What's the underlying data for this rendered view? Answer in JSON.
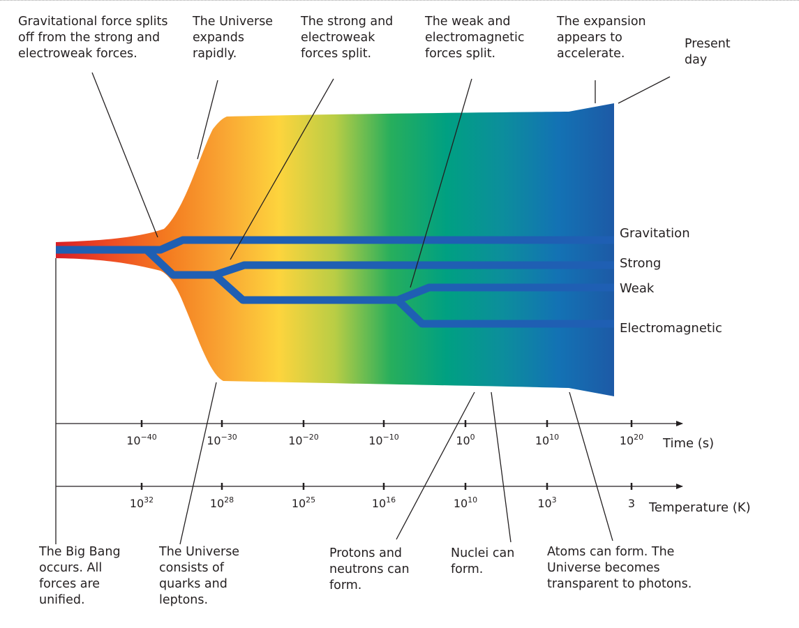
{
  "colors": {
    "ribbon_stops": [
      "#d71f26",
      "#ee4d24",
      "#f47b20",
      "#f9a533",
      "#fdd43d",
      "#b9cd45",
      "#27ae5c",
      "#00a082",
      "#0c8e9c",
      "#1372b4",
      "#1d5aa6"
    ],
    "force_line": "#1f5fb3",
    "text": "#231f20"
  },
  "annotations": {
    "grav_split": "Gravitational force splits\noff from the strong and\nelectroweak forces.",
    "expands": "The Universe\nexpands\nrapidly.",
    "strong_split": "The strong and\nelectroweak\nforces split.",
    "weak_split": "The weak and\nelectromagnetic\nforces split.",
    "accelerate": "The expansion\nappears to\naccelerate.",
    "present": "Present\nday",
    "big_bang": "The Big Bang\noccurs. All\nforces  are\nunified.",
    "quarks": "The Universe\nconsists of\nquarks and\nleptons.",
    "protons": "Protons and\nneutrons can\nform.",
    "nuclei": "Nuclei can\nform.",
    "atoms": "Atoms can form. The\nUniverse becomes\ntransparent to photons."
  },
  "forces": {
    "gravitation": "Gravitation",
    "strong": "Strong",
    "weak": "Weak",
    "electromagnetic": "Electromagnetic"
  },
  "time_axis": {
    "title": "Time (s)",
    "base": "10",
    "ticks": [
      "−40",
      "−30",
      "−20",
      "−10",
      "0",
      "10",
      "20"
    ]
  },
  "temp_axis": {
    "title": "Temperature (K)",
    "ticks": [
      {
        "base": "10",
        "exp": "32"
      },
      {
        "base": "10",
        "exp": "28"
      },
      {
        "base": "10",
        "exp": "25"
      },
      {
        "base": "10",
        "exp": "16"
      },
      {
        "base": "10",
        "exp": "10"
      },
      {
        "base": "10",
        "exp": "3"
      },
      {
        "base": "3",
        "exp": ""
      }
    ]
  }
}
